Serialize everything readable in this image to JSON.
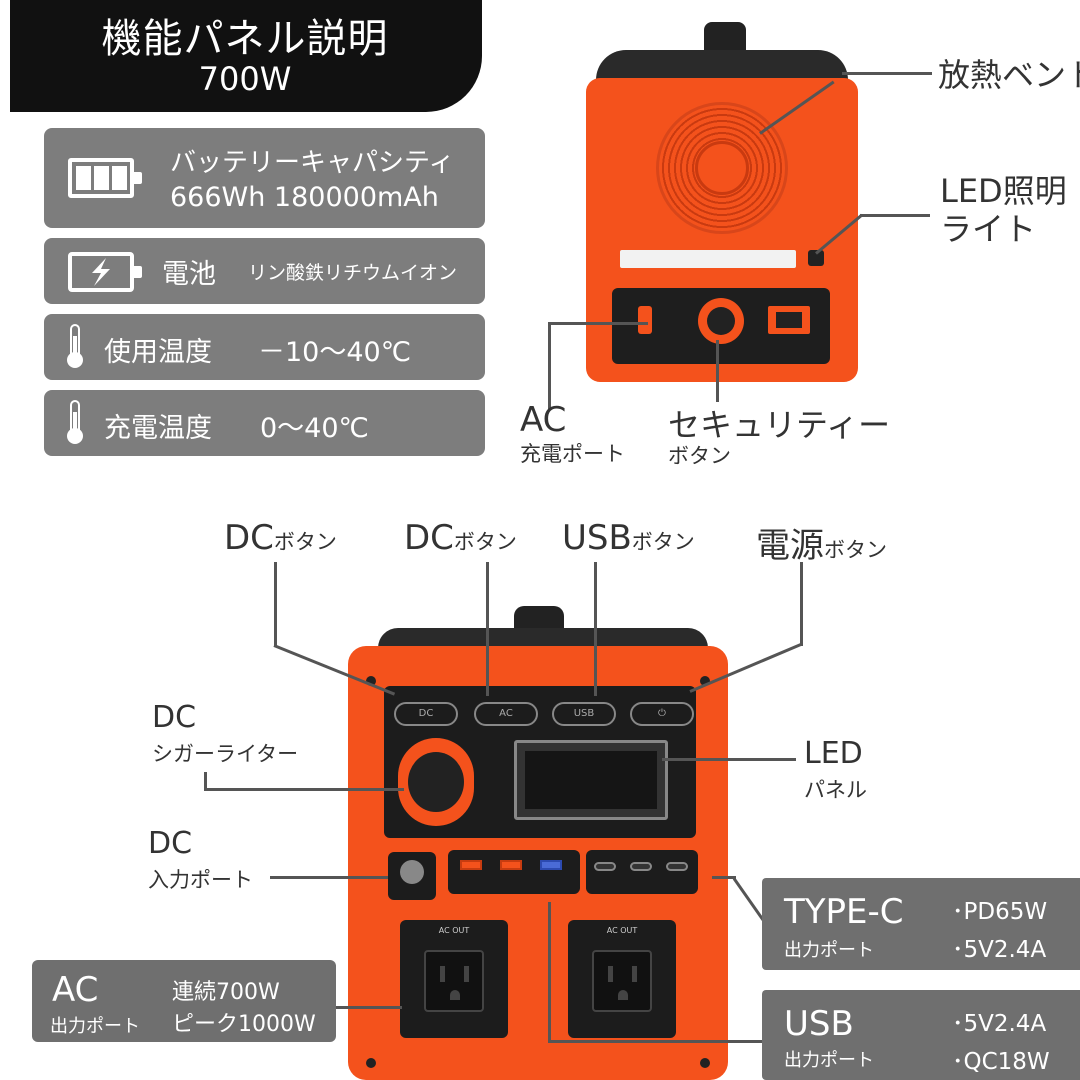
{
  "title": {
    "main": "機能パネル説明",
    "sub": "700W"
  },
  "specs": {
    "battery_capacity": {
      "icon": "battery-icon",
      "label": "バッテリーキャパシティ",
      "value": "666Wh 180000mAh"
    },
    "cell": {
      "icon": "battery-bolt-icon",
      "label": "電池",
      "value": "リン酸鉄リチウムイオン"
    },
    "use_temp": {
      "icon": "thermometer-icon",
      "label": "使用温度",
      "value": "－10～40℃"
    },
    "charge_temp": {
      "icon": "thermometer-icon",
      "label": "充電温度",
      "value": "0～40℃"
    }
  },
  "rear": {
    "vent": "放熱ベント",
    "led_light_1": "LED照明",
    "led_light_2": "ライト",
    "ac_charge_main": "AC",
    "ac_charge_sub": "充電ポート",
    "security_main": "セキュリティー",
    "security_sub": "ボタン"
  },
  "front": {
    "dc_btn1_main": "DC",
    "dc_btn1_sub": "ボタン",
    "dc_btn2_main": "DC",
    "dc_btn2_sub": "ボタン",
    "usb_btn_main": "USB",
    "usb_btn_sub": "ボタン",
    "power_btn_main": "電源",
    "power_btn_sub": "ボタン",
    "cig_main": "DC",
    "cig_sub": "シガーライター",
    "dc_in_main": "DC",
    "dc_in_sub": "入力ポート",
    "led_main": "LED",
    "led_sub": "パネル",
    "panel_btn_dc": "DC",
    "panel_btn_ac": "AC",
    "panel_btn_usb": "USB",
    "ac_out_label": "AC OUT"
  },
  "outputs": {
    "ac": {
      "main": "AC",
      "sub": "出力ポート",
      "spec1": "連続700W",
      "spec2": "ピーク1000W"
    },
    "typec": {
      "main": "TYPE-C",
      "sub": "出力ポート",
      "spec1": "･PD65W",
      "spec2": "･5V2.4A"
    },
    "usb": {
      "main": "USB",
      "sub": "出力ポート",
      "spec1": "･5V2.4A",
      "spec2": "･QC18W"
    }
  },
  "colors": {
    "device": "#f4521c",
    "panel": "#7d7d7d",
    "banner": "#111111"
  }
}
